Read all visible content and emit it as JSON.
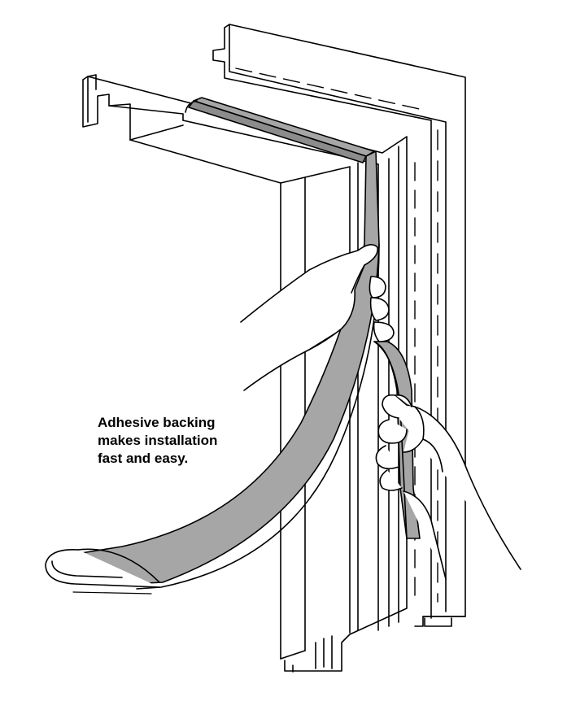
{
  "caption": {
    "lines": [
      "Adhesive backing",
      "makes installation",
      "fast and easy."
    ]
  },
  "colors": {
    "line": "#000000",
    "paper": "#ffffff",
    "strip": "#a6a6a6",
    "strip_dark": "#8c8c8c"
  }
}
